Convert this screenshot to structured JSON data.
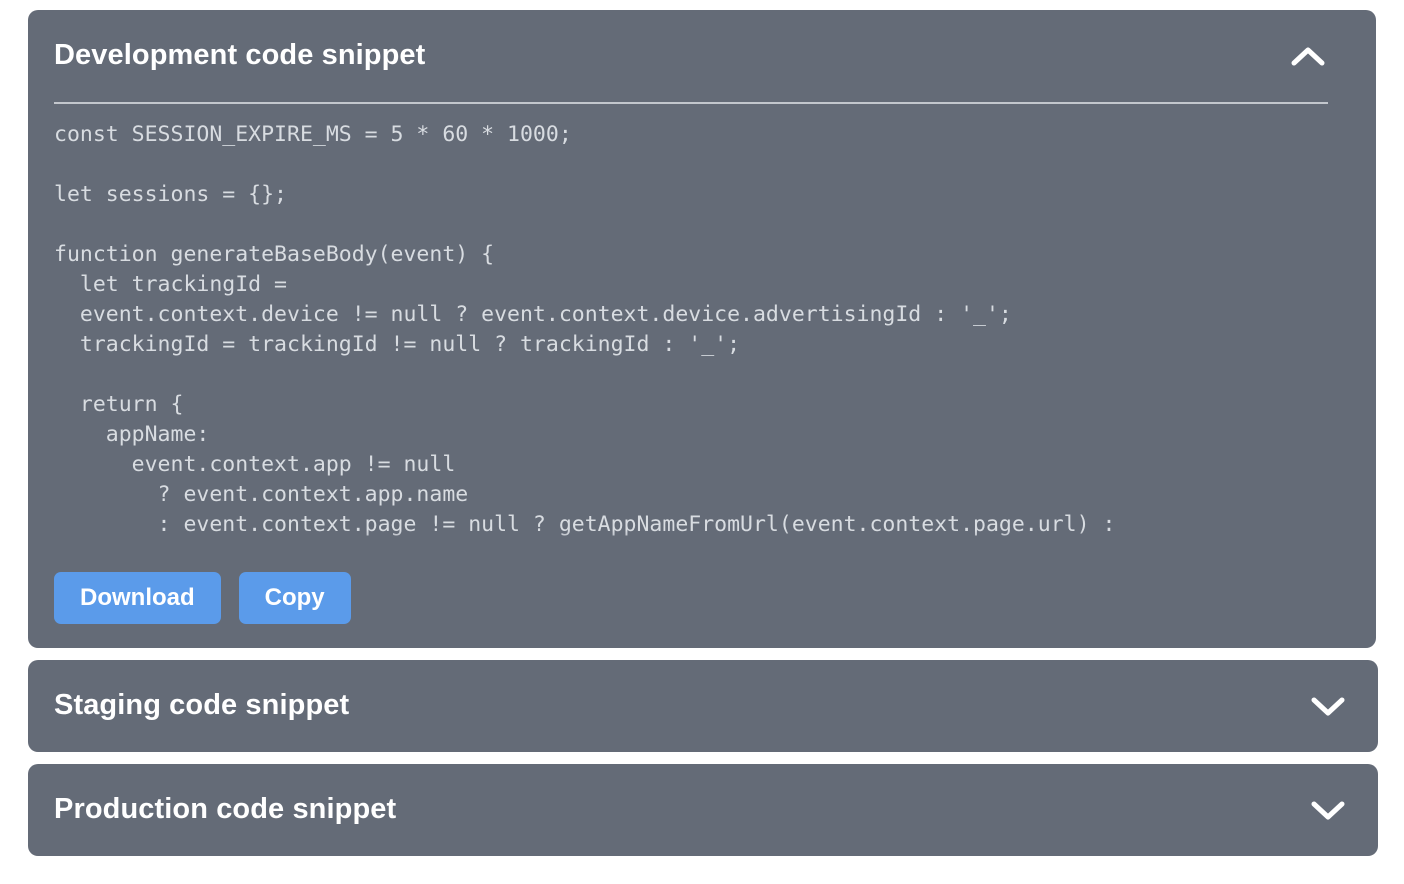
{
  "theme": {
    "panel_bg": "#646b77",
    "page_bg": "#ffffff",
    "title_color": "#ffffff",
    "code_color": "#d8dce1",
    "divider_color": "#c3c7cd",
    "button_bg": "#5b9bea",
    "button_text": "#ffffff"
  },
  "panels": [
    {
      "title": "Development code snippet",
      "state": "expanded",
      "toggle_icon": "chevron-up-icon",
      "code": "const SESSION_EXPIRE_MS = 5 * 60 * 1000;\n\nlet sessions = {};\n\nfunction generateBaseBody(event) {\n  let trackingId =\n  event.context.device != null ? event.context.device.advertisingId : '_';\n  trackingId = trackingId != null ? trackingId : '_';\n\n  return {\n    appName:\n      event.context.app != null\n        ? event.context.app.name\n        : event.context.page != null ? getAppNameFromUrl(event.context.page.url) :",
      "buttons": [
        {
          "label": "Download",
          "name": "download-button"
        },
        {
          "label": "Copy",
          "name": "copy-button"
        }
      ]
    },
    {
      "title": "Staging code snippet",
      "state": "collapsed",
      "toggle_icon": "chevron-down-icon"
    },
    {
      "title": "Production code snippet",
      "state": "collapsed",
      "toggle_icon": "chevron-down-icon"
    }
  ]
}
